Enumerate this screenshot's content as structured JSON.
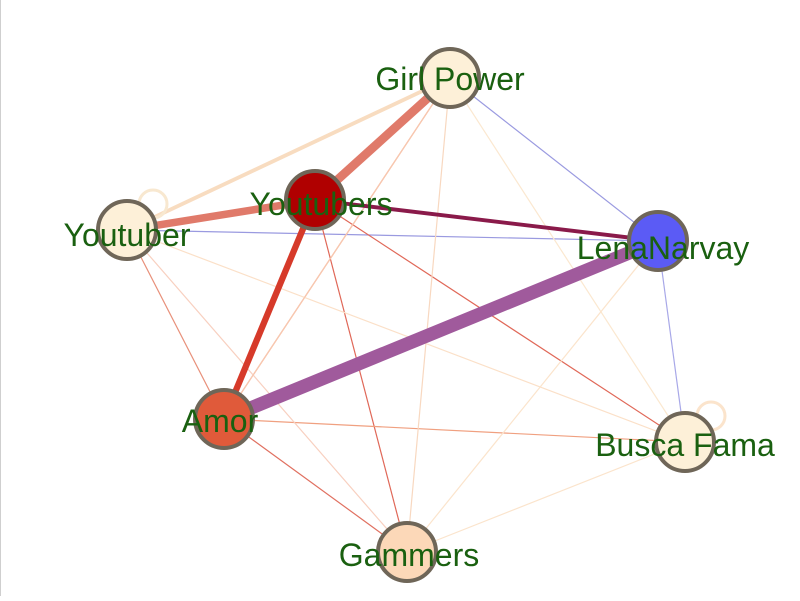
{
  "graph": {
    "nodes": [
      {
        "id": "girl_power",
        "label": "Girl Power",
        "fill": "#fdf0d8"
      },
      {
        "id": "youtubers",
        "label": "Youtubers",
        "fill": "#b00000"
      },
      {
        "id": "youtuber",
        "label": "Youtuber",
        "fill": "#fdf0d8"
      },
      {
        "id": "lenanarvay",
        "label": "LenaNarvay",
        "fill": "#5b5bf5"
      },
      {
        "id": "amor",
        "label": "Amor",
        "fill": "#e05a3a"
      },
      {
        "id": "busca_fama",
        "label": "Busca Fama",
        "fill": "#fdf0d8"
      },
      {
        "id": "gammers",
        "label": "Gammers",
        "fill": "#fcd8b8"
      }
    ],
    "edges": [
      {
        "source": "amor",
        "target": "lenanarvay",
        "weight": 10,
        "color": "#a05a9c"
      },
      {
        "source": "youtubers",
        "target": "girl_power",
        "weight": 6,
        "color": "#e07a6a"
      },
      {
        "source": "youtuber",
        "target": "youtubers",
        "weight": 5,
        "color": "#e07a6a"
      },
      {
        "source": "youtubers",
        "target": "amor",
        "weight": 4,
        "color": "#d63a2a"
      },
      {
        "source": "youtubers",
        "target": "lenanarvay",
        "weight": 2,
        "color": "#8a1a4a"
      },
      {
        "source": "youtuber",
        "target": "girl_power",
        "weight": 2,
        "color": "#f8dcc0"
      },
      {
        "source": "youtuber",
        "target": "lenanarvay",
        "weight": 1,
        "color": "#9a9ae0"
      },
      {
        "source": "girl_power",
        "target": "lenanarvay",
        "weight": 1,
        "color": "#9a9ae0"
      },
      {
        "source": "lenanarvay",
        "target": "busca_fama",
        "weight": 1,
        "color": "#a8a8e8"
      },
      {
        "source": "youtubers",
        "target": "busca_fama",
        "weight": 1,
        "color": "#e06858"
      },
      {
        "source": "youtubers",
        "target": "gammers",
        "weight": 1,
        "color": "#e06858"
      },
      {
        "source": "amor",
        "target": "gammers",
        "weight": 1,
        "color": "#e07060"
      },
      {
        "source": "amor",
        "target": "busca_fama",
        "weight": 1,
        "color": "#f0a080"
      },
      {
        "source": "youtuber",
        "target": "amor",
        "weight": 1,
        "color": "#e8907a"
      },
      {
        "source": "girl_power",
        "target": "amor",
        "weight": 1,
        "color": "#f0a080"
      },
      {
        "source": "girl_power",
        "target": "gammers",
        "weight": 1,
        "color": "#f8d8c0"
      },
      {
        "source": "girl_power",
        "target": "busca_fama",
        "weight": 1,
        "color": "#fbe8d0"
      },
      {
        "source": "youtuber",
        "target": "gammers",
        "weight": 1,
        "color": "#f8d0c0"
      },
      {
        "source": "youtuber",
        "target": "busca_fama",
        "weight": 1,
        "color": "#fbe0c8"
      },
      {
        "source": "lenanarvay",
        "target": "gammers",
        "weight": 1,
        "color": "#fbe4cc"
      },
      {
        "source": "gammers",
        "target": "busca_fama",
        "weight": 1,
        "color": "#fbe4cc"
      },
      {
        "source": "amor",
        "target": "girl_power",
        "weight": 1,
        "color": "#f8c8b0"
      },
      {
        "source": "lenanarvay",
        "target": "amor",
        "weight": 1,
        "color": "#fbe0c8"
      }
    ],
    "self_loops": [
      {
        "node": "youtuber",
        "color": "#f8e8d0"
      },
      {
        "node": "busca_fama",
        "color": "#fbe4cc"
      }
    ],
    "node_stroke": "#6f6658",
    "label_color": "#1a6010"
  }
}
